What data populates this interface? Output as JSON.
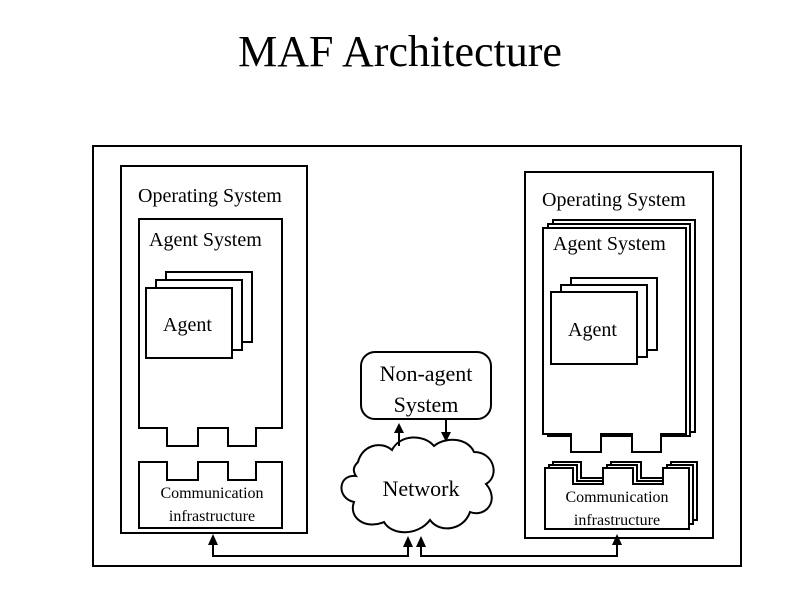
{
  "title": "MAF Architecture",
  "left_host": {
    "os_label": "Operating System",
    "agent_system_label": "Agent System",
    "agent_label": "Agent",
    "comm_label_line1": "Communication",
    "comm_label_line2": "infrastructure"
  },
  "right_host": {
    "os_label": "Operating System",
    "agent_system_label": "Agent System",
    "agent_label": "Agent",
    "comm_label_line1": "Communication",
    "comm_label_line2": "infrastructure"
  },
  "non_agent": {
    "line1": "Non-agent",
    "line2": "System"
  },
  "network_label": "Network"
}
